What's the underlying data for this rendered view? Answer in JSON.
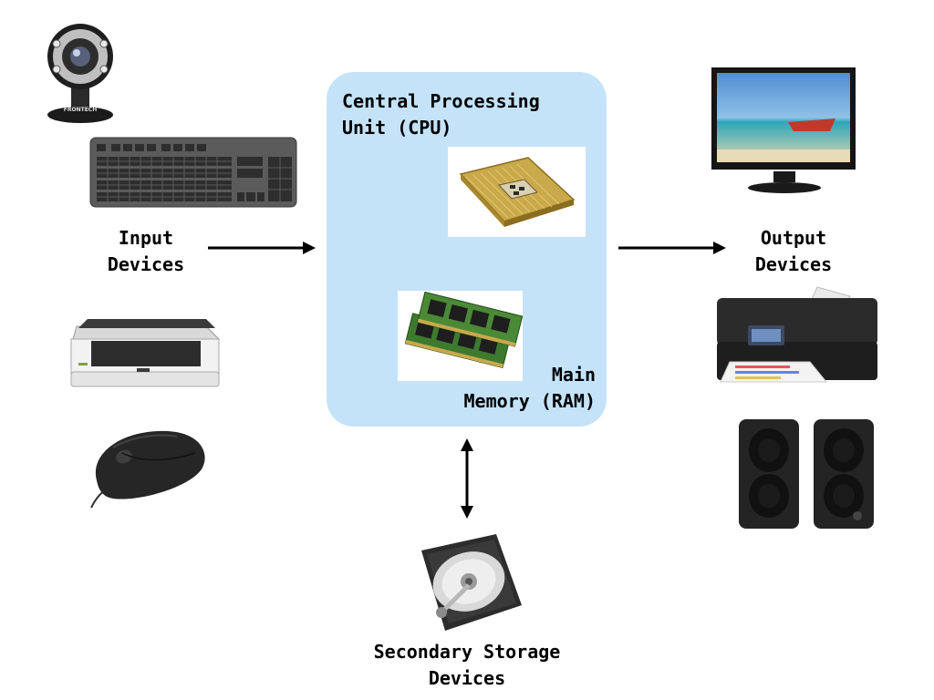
{
  "diagram": {
    "input_label": [
      "Input",
      "Devices"
    ],
    "output_label": [
      "Output",
      "Devices"
    ],
    "cpu_label": [
      "Central Processing",
      "Unit (CPU)"
    ],
    "memory_label": [
      "Main",
      "Memory (RAM)"
    ],
    "storage_label": [
      "Secondary Storage",
      "Devices"
    ],
    "webcam_brand": "FRONTECH",
    "colors": {
      "cpu_box": "#c4e3f9",
      "arrow": "#000000",
      "text": "#000000"
    },
    "icons": {
      "input": [
        "webcam-icon",
        "keyboard-icon",
        "scanner-icon",
        "mouse-icon"
      ],
      "cpu": [
        "cpu-chip-icon",
        "ram-module-icon"
      ],
      "storage": [
        "hard-drive-icon"
      ],
      "output": [
        "monitor-icon",
        "printer-icon",
        "speakers-icon"
      ]
    }
  }
}
